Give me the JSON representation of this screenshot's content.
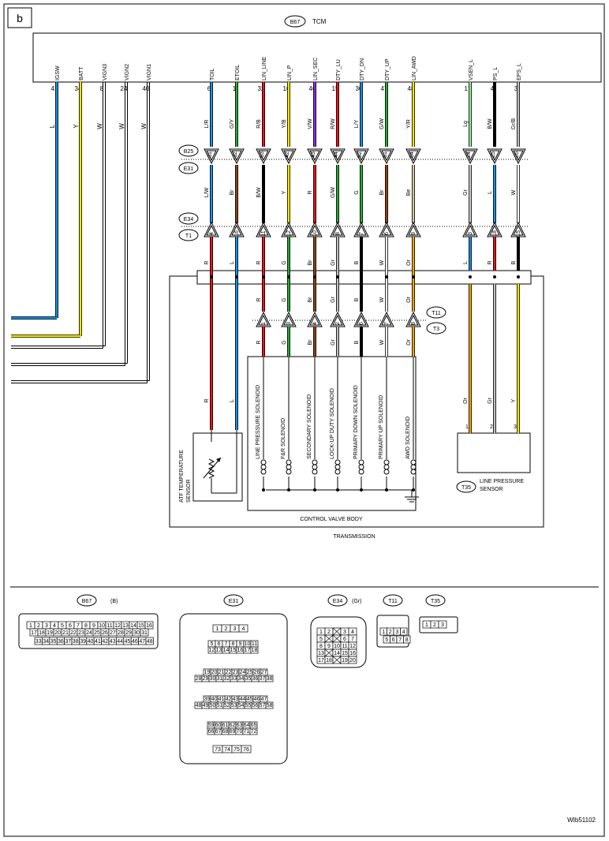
{
  "frame_label": "b",
  "ecu": {
    "id": "B67",
    "name": "TCM",
    "left_pins": [
      {
        "signal": "IGSW",
        "pin": "41",
        "color": "L",
        "stroke": "#1a90e0"
      },
      {
        "signal": "BATT",
        "pin": "34",
        "color": "Y",
        "stroke": "#f5e600"
      },
      {
        "signal": "VIGN3",
        "pin": "8",
        "color": "W",
        "stroke": "#ffffff"
      },
      {
        "signal": "VIGN2",
        "pin": "24",
        "color": "W",
        "stroke": "#ffffff"
      },
      {
        "signal": "VIGN1",
        "pin": "40",
        "color": "W",
        "stroke": "#ffffff"
      }
    ]
  },
  "sol_wires": [
    {
      "signal": "TOIL",
      "pin": "6",
      "c1": "L/R",
      "s1": "#1a90e0",
      "b25": "31",
      "c2": "L/W",
      "s2": "#1a90e0",
      "t1": "4",
      "c3": "R",
      "s3": "#e8141c"
    },
    {
      "signal": "ETOIL",
      "pin": "1",
      "c1": "G/Y",
      "s1": "#2aa836",
      "b25": "32",
      "c2": "Br",
      "s2": "#8b4513",
      "t1": "16",
      "c3": "L",
      "s3": "#1a90e0"
    },
    {
      "signal": "LIN_LINE",
      "pin": "32",
      "c1": "R/B",
      "s1": "#e8141c",
      "b25": "53",
      "c2": "B/W",
      "s2": "#000000",
      "t1": "11",
      "c3": "R",
      "s3": "#e8141c",
      "c4": "R",
      "s4": "#e8141c",
      "t11": "1"
    },
    {
      "signal": "LIN_P",
      "pin": "16",
      "c1": "Y/B",
      "s1": "#f5e600",
      "b25": "42",
      "c2": "Y",
      "s2": "#f5e600",
      "t1": "12",
      "c3": "G",
      "s3": "#2aa836",
      "c4": "G",
      "s4": "#2aa836",
      "t11": "3"
    },
    {
      "signal": "LIN_SEC",
      "pin": "46",
      "c1": "V/W",
      "s1": "#8a2be2",
      "b25": "43",
      "c2": "R",
      "s2": "#e8141c",
      "t1": "10",
      "c3": "Br",
      "s3": "#8b4513",
      "c4": "Br",
      "s4": "#8b4513",
      "t11": "4"
    },
    {
      "signal": "DTY_LU",
      "pin": "15",
      "c1": "R/W",
      "s1": "#e8141c",
      "b25": "44",
      "c2": "G/W",
      "s2": "#2aa836",
      "t1": "8",
      "c3": "Gr",
      "s3": "#bfbfbf",
      "c4": "Gr",
      "s4": "#bfbfbf",
      "t11": "2"
    },
    {
      "signal": "DTY_DN",
      "pin": "30",
      "c1": "L/Y",
      "s1": "#1a90e0",
      "b25": "52",
      "c2": "G",
      "s2": "#2aa836",
      "t1": "7",
      "c3": "B",
      "s3": "#000000",
      "c4": "B",
      "s4": "#000000",
      "t11": "6"
    },
    {
      "signal": "DTY_UP",
      "pin": "47",
      "c1": "G/W",
      "s1": "#2aa836",
      "b25": "51",
      "c2": "Br",
      "s2": "#8b4513",
      "t1": "6",
      "c3": "W",
      "s3": "#ffffff",
      "c4": "W",
      "s4": "#ffffff",
      "t11": "7"
    },
    {
      "signal": "LIN_AWD",
      "pin": "48",
      "c1": "Y/R",
      "s1": "#f5e600",
      "b25": "54",
      "c2": "Be",
      "s2": "#d8c39a",
      "t1": "9",
      "c3": "Or",
      "s3": "#f5a300",
      "c4": "Or",
      "s4": "#f5a300",
      "t11": "8"
    }
  ],
  "sensor_wires": [
    {
      "signal": "VSEN_L",
      "pin": "17",
      "c1": "Lg",
      "s1": "#90ee90",
      "b25": "24",
      "c2": "Gr",
      "s2": "#cccccc",
      "t1": "3",
      "c3": "L",
      "s3": "#1a90e0",
      "c4": "Or",
      "s4": "#f5a300",
      "t35": "1"
    },
    {
      "signal": "PS_L",
      "pin": "4",
      "c1": "B/W",
      "s1": "#000000",
      "b25": "25",
      "c2": "L",
      "s2": "#1a90e0",
      "t1": "18",
      "c3": "R",
      "s3": "#e8141c",
      "c4": "Gr",
      "s4": "#bfbfbf",
      "t35": "2"
    },
    {
      "signal": "EPS_L",
      "pin": "3",
      "c1": "Gr/B",
      "s1": "#bfbfbf",
      "b25": "26",
      "c2": "W",
      "s2": "#ffffff",
      "t1": "15",
      "c3": "B",
      "s3": "#000000",
      "c4": "Y",
      "s4": "#f5e600",
      "t35": "3"
    }
  ],
  "atf_wires": [
    {
      "color": "R",
      "stroke": "#e8141c"
    },
    {
      "color": "L",
      "stroke": "#1a90e0"
    }
  ],
  "connector_labels": {
    "b25": "B25",
    "e31": "E31",
    "e34": "E34",
    "t1": "T1",
    "t11": "T11",
    "t3": "T3",
    "t35": "T35"
  },
  "solenoids": [
    "LINE PRESSURE SOLENOID",
    "F&R SOLENOID",
    "SECONDARY SOLENOID",
    "LOCK-UP DUTY SOLENOID",
    "PRIMARY DOWN SOLENOID",
    "PRIMARY UP SOLENOID",
    "AWD SOLENOID"
  ],
  "atf_sensor_label": "ATF TEMPERATURE SENSOR",
  "lps_label": "LINE PRESSURE SENSOR",
  "control_valve_label": "CONTROL VALVE BODY",
  "transmission_label": "TRANSMISSION",
  "views": {
    "b67": {
      "id": "B67",
      "suffix": "(B)",
      "row1": [
        "1",
        "2",
        "3",
        "4",
        "5",
        "6",
        "7",
        "8",
        "9",
        "10",
        "11",
        "12",
        "13",
        "14",
        "15",
        "16"
      ],
      "row2": [
        "17",
        "18",
        "19",
        "20",
        "21",
        "22",
        "23",
        "24",
        "25",
        "26",
        "27",
        "28",
        "29",
        "30",
        "31",
        "32"
      ],
      "row3": [
        "33",
        "34",
        "35",
        "36",
        "37",
        "38",
        "39",
        "40",
        "41",
        "42",
        "43",
        "44",
        "45",
        "46",
        "47",
        "48"
      ]
    },
    "e31": {
      "id": "E31",
      "rows": [
        [
          "1",
          "2",
          "3",
          "4"
        ],
        [
          "5",
          "6",
          "7",
          "8",
          "9",
          "10",
          "11"
        ],
        [
          "12",
          "13",
          "14",
          "15",
          "16",
          "17",
          "18"
        ],
        [
          "19",
          "20",
          "21",
          "22",
          "23",
          "24",
          "25",
          "26",
          "27"
        ],
        [
          "28",
          "29",
          "30",
          "31",
          "32",
          "33",
          "34",
          "35",
          "36",
          "37",
          "38"
        ],
        [
          "39",
          "40",
          "41",
          "42",
          "43",
          "44",
          "45",
          "46",
          "47"
        ],
        [
          "48",
          "49",
          "50",
          "51",
          "52",
          "53",
          "54",
          "55",
          "56",
          "57",
          "58"
        ],
        [
          "59",
          "60",
          "61",
          "62",
          "63",
          "64",
          "65"
        ],
        [
          "66",
          "67",
          "68",
          "69",
          "70",
          "71",
          "72"
        ],
        [
          "73",
          "74",
          "75",
          "76"
        ]
      ]
    },
    "e34": {
      "id": "E34",
      "suffix": "(Gr)",
      "rows": [
        [
          "1",
          "2",
          "",
          "3",
          "4"
        ],
        [
          "5",
          "",
          "",
          "6",
          "7"
        ],
        [
          "8",
          "9",
          "10",
          "11",
          "12"
        ],
        [
          "13",
          "",
          "14",
          "15",
          "16"
        ],
        [
          "17",
          "18",
          "",
          "19",
          "20"
        ]
      ]
    },
    "t11": {
      "id": "T11",
      "rows": [
        [
          "1",
          "2",
          "3",
          "4"
        ],
        [
          "5",
          "6",
          "7",
          "8"
        ]
      ]
    },
    "t35": {
      "id": "T35",
      "rows": [
        [
          "1",
          "2",
          "3"
        ]
      ]
    }
  },
  "figure_code": "WIb51102"
}
